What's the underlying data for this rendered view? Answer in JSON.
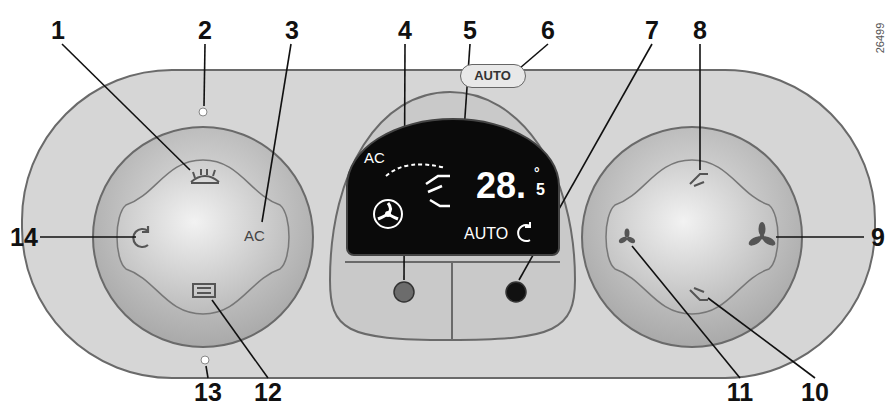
{
  "diagram": {
    "nodes": [
      {
        "text": [
          "AUTO"
        ]
      },
      {
        "text": [
          "AC",
          "28.",
          "°",
          "5",
          "AUTO"
        ]
      },
      {
        "text": [
          "AC"
        ]
      }
    ],
    "labels": [
      "1",
      "2",
      "3",
      "4",
      "5",
      "6",
      "7",
      "8",
      "9",
      "10",
      "11",
      "12",
      "13",
      "14",
      "26499"
    ]
  }
}
